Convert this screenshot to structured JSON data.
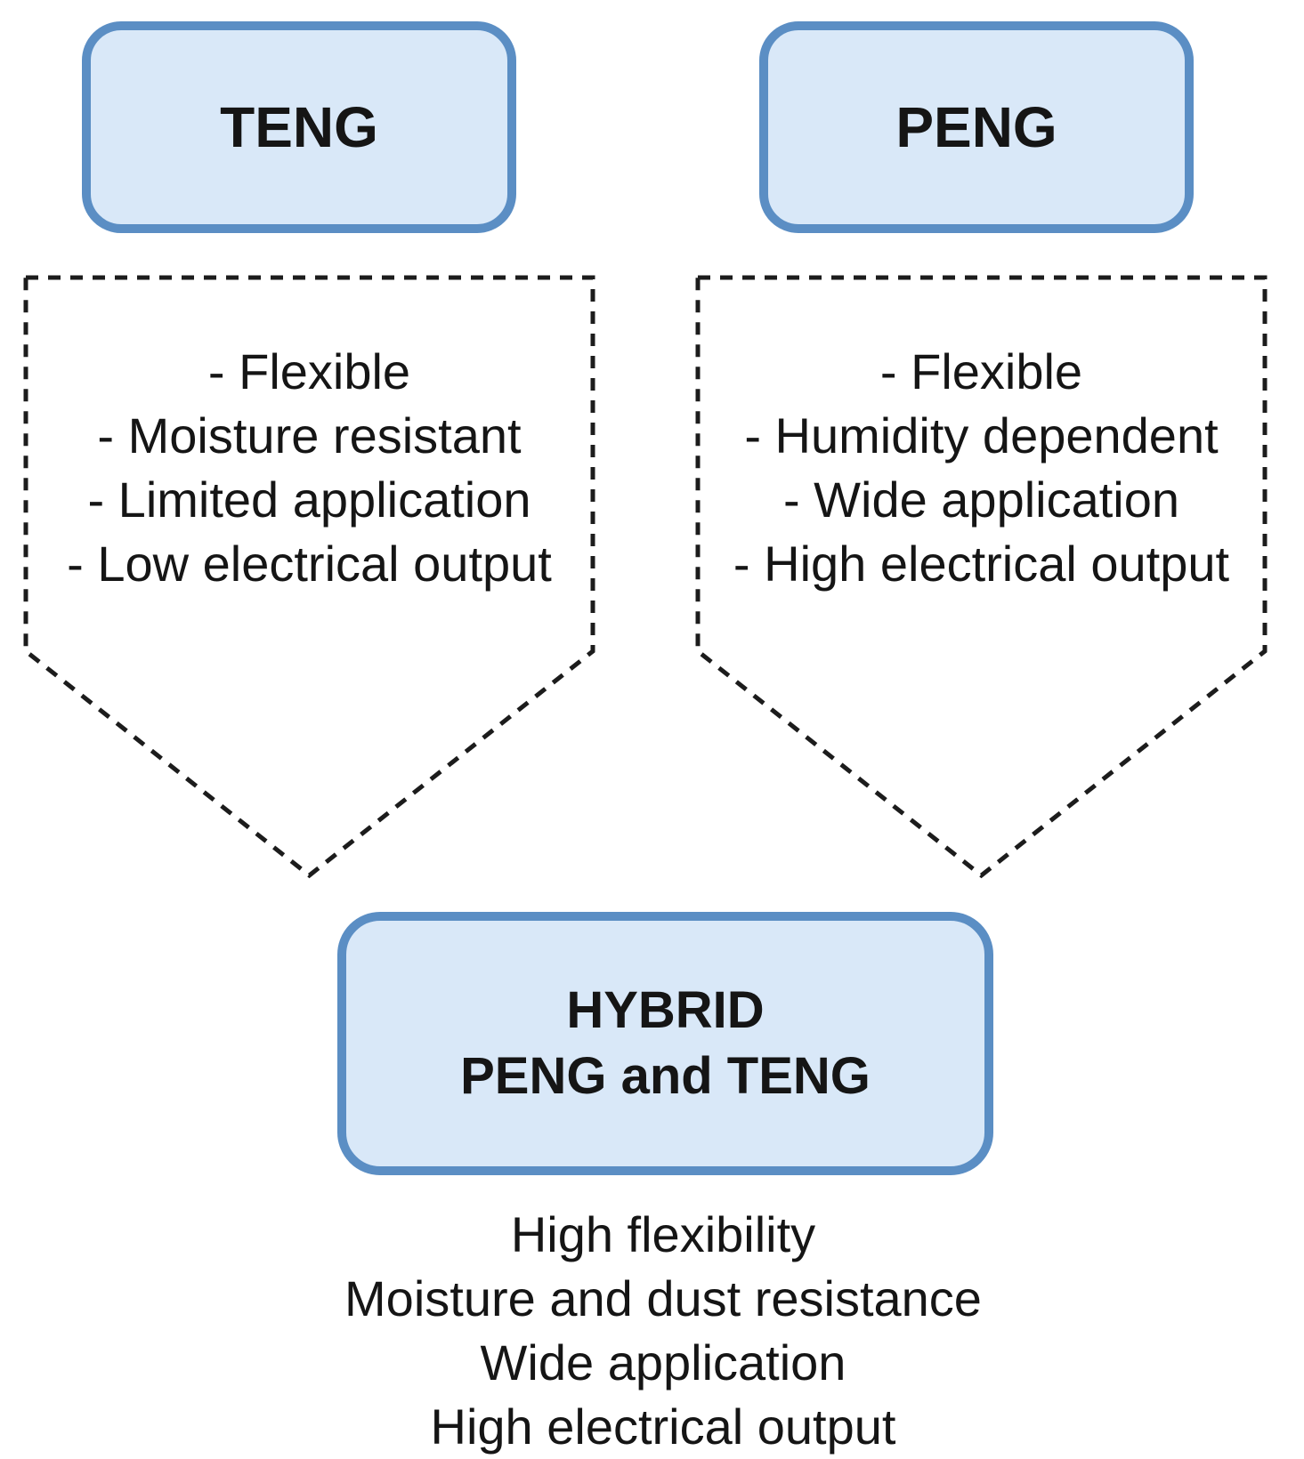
{
  "colors": {
    "node_fill": "#d9e8f8",
    "node_border": "#5b8ec4",
    "outline_dash": "#1c1c1c",
    "text": "#151515",
    "background": "#ffffff"
  },
  "teng": {
    "title": "TENG",
    "traits": [
      "- Flexible",
      "- Moisture resistant",
      "- Limited application",
      "- Low electrical output"
    ]
  },
  "peng": {
    "title": "PENG",
    "traits": [
      "- Flexible",
      "- Humidity dependent",
      "- Wide application",
      "- High electrical output"
    ]
  },
  "hybrid": {
    "title_line1": "HYBRID",
    "title_line2": "PENG and TENG",
    "traits": [
      "High flexibility",
      "Moisture and dust resistance",
      "Wide application",
      "High electrical output"
    ]
  }
}
